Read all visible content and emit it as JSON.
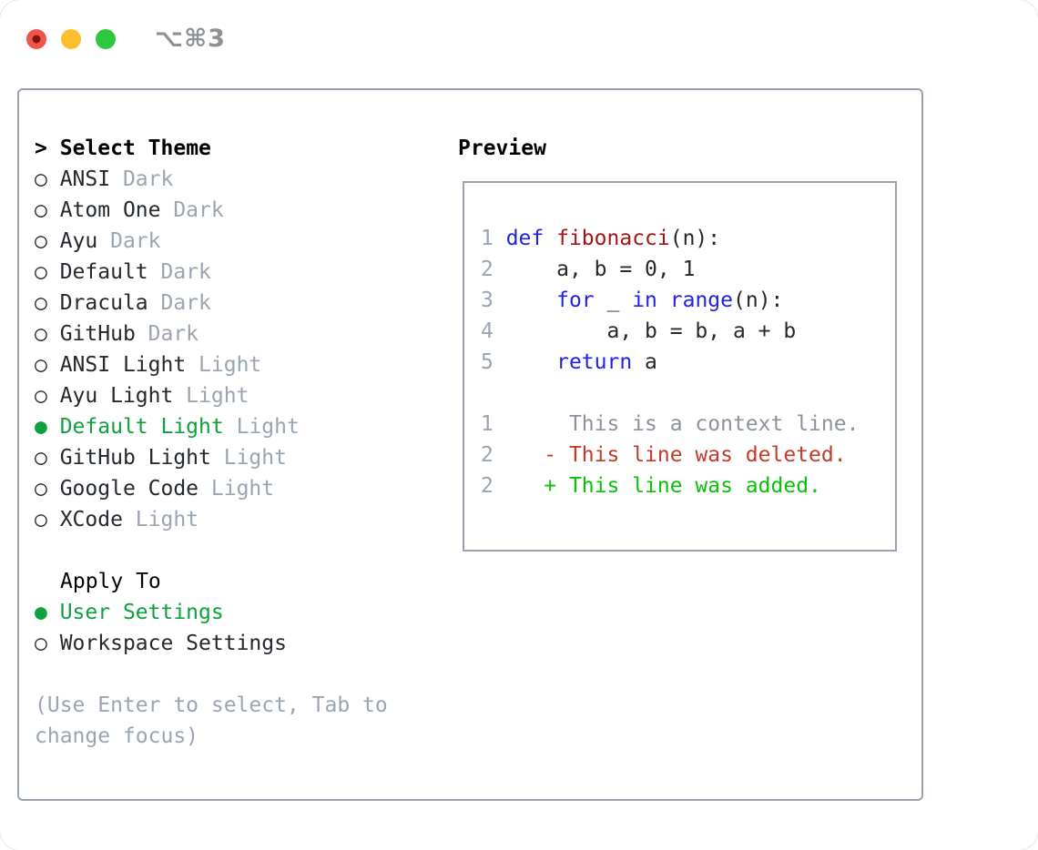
{
  "colors": {
    "border": "#99a2ad",
    "dark": "#24292e",
    "gray": "#9aa5b1",
    "num": "#9aa5b1",
    "ctx": "#8b949e",
    "green-sel": "#0ea13e",
    "green-add": "#0bbf0b",
    "red-del": "#c13a2a",
    "kw": "#2121e8",
    "fn": "#a31515",
    "traffic-red": "#f1544a",
    "traffic-red-dot": "#80130b",
    "traffic-yellow": "#fcbe2f",
    "traffic-green": "#2dc83e",
    "shortcut": "#8e9196"
  },
  "titlebar": {
    "shortcut": "⌥⌘3"
  },
  "left": {
    "prompt": ">",
    "title": "Select Theme",
    "marker_unselected": "○",
    "marker_selected": "●",
    "themes": [
      {
        "name": "ANSI",
        "variant": "Dark",
        "selected": false
      },
      {
        "name": "Atom One",
        "variant": "Dark",
        "selected": false
      },
      {
        "name": "Ayu",
        "variant": "Dark",
        "selected": false
      },
      {
        "name": "Default",
        "variant": "Dark",
        "selected": false
      },
      {
        "name": "Dracula",
        "variant": "Dark",
        "selected": false
      },
      {
        "name": "GitHub",
        "variant": "Dark",
        "selected": false
      },
      {
        "name": "ANSI Light",
        "variant": "Light",
        "selected": false
      },
      {
        "name": "Ayu Light",
        "variant": "Light",
        "selected": false
      },
      {
        "name": "Default Light",
        "variant": "Light",
        "selected": true
      },
      {
        "name": "GitHub Light",
        "variant": "Light",
        "selected": false
      },
      {
        "name": "Google Code",
        "variant": "Light",
        "selected": false
      },
      {
        "name": "XCode",
        "variant": "Light",
        "selected": false
      }
    ],
    "apply_title": "Apply To",
    "apply_options": [
      {
        "name": "User Settings",
        "selected": true
      },
      {
        "name": "Workspace Settings",
        "selected": false
      }
    ],
    "hint1": "(Use Enter to select, Tab to",
    "hint2": "change focus)"
  },
  "preview": {
    "title": "Preview",
    "lines": [
      {
        "tokens": [
          [
            "num",
            "1 "
          ],
          [
            "kw",
            "def"
          ],
          [
            "pl",
            " "
          ],
          [
            "fn",
            "fibonacci"
          ],
          [
            "pl",
            "(n):"
          ]
        ]
      },
      {
        "tokens": [
          [
            "num",
            "2 "
          ],
          [
            "pl",
            "    a, b = 0, 1"
          ]
        ]
      },
      {
        "tokens": [
          [
            "num",
            "3 "
          ],
          [
            "pl",
            "    "
          ],
          [
            "kw",
            "for"
          ],
          [
            "pl",
            " _ "
          ],
          [
            "kw",
            "in"
          ],
          [
            "pl",
            " "
          ],
          [
            "kw",
            "range"
          ],
          [
            "pl",
            "(n):"
          ]
        ]
      },
      {
        "tokens": [
          [
            "num",
            "4 "
          ],
          [
            "pl",
            "        a, b = b, a + b"
          ]
        ]
      },
      {
        "tokens": [
          [
            "num",
            "5 "
          ],
          [
            "pl",
            "    "
          ],
          [
            "kw",
            "return"
          ],
          [
            "pl",
            " a"
          ]
        ]
      },
      {
        "tokens": []
      },
      {
        "tokens": [
          [
            "num",
            "1 "
          ],
          [
            "ctx",
            "     This is a context line."
          ]
        ]
      },
      {
        "tokens": [
          [
            "num",
            "2 "
          ],
          [
            "del",
            "   - This line was deleted."
          ]
        ]
      },
      {
        "tokens": [
          [
            "num",
            "2 "
          ],
          [
            "add",
            "   + This line was added."
          ]
        ]
      }
    ]
  }
}
